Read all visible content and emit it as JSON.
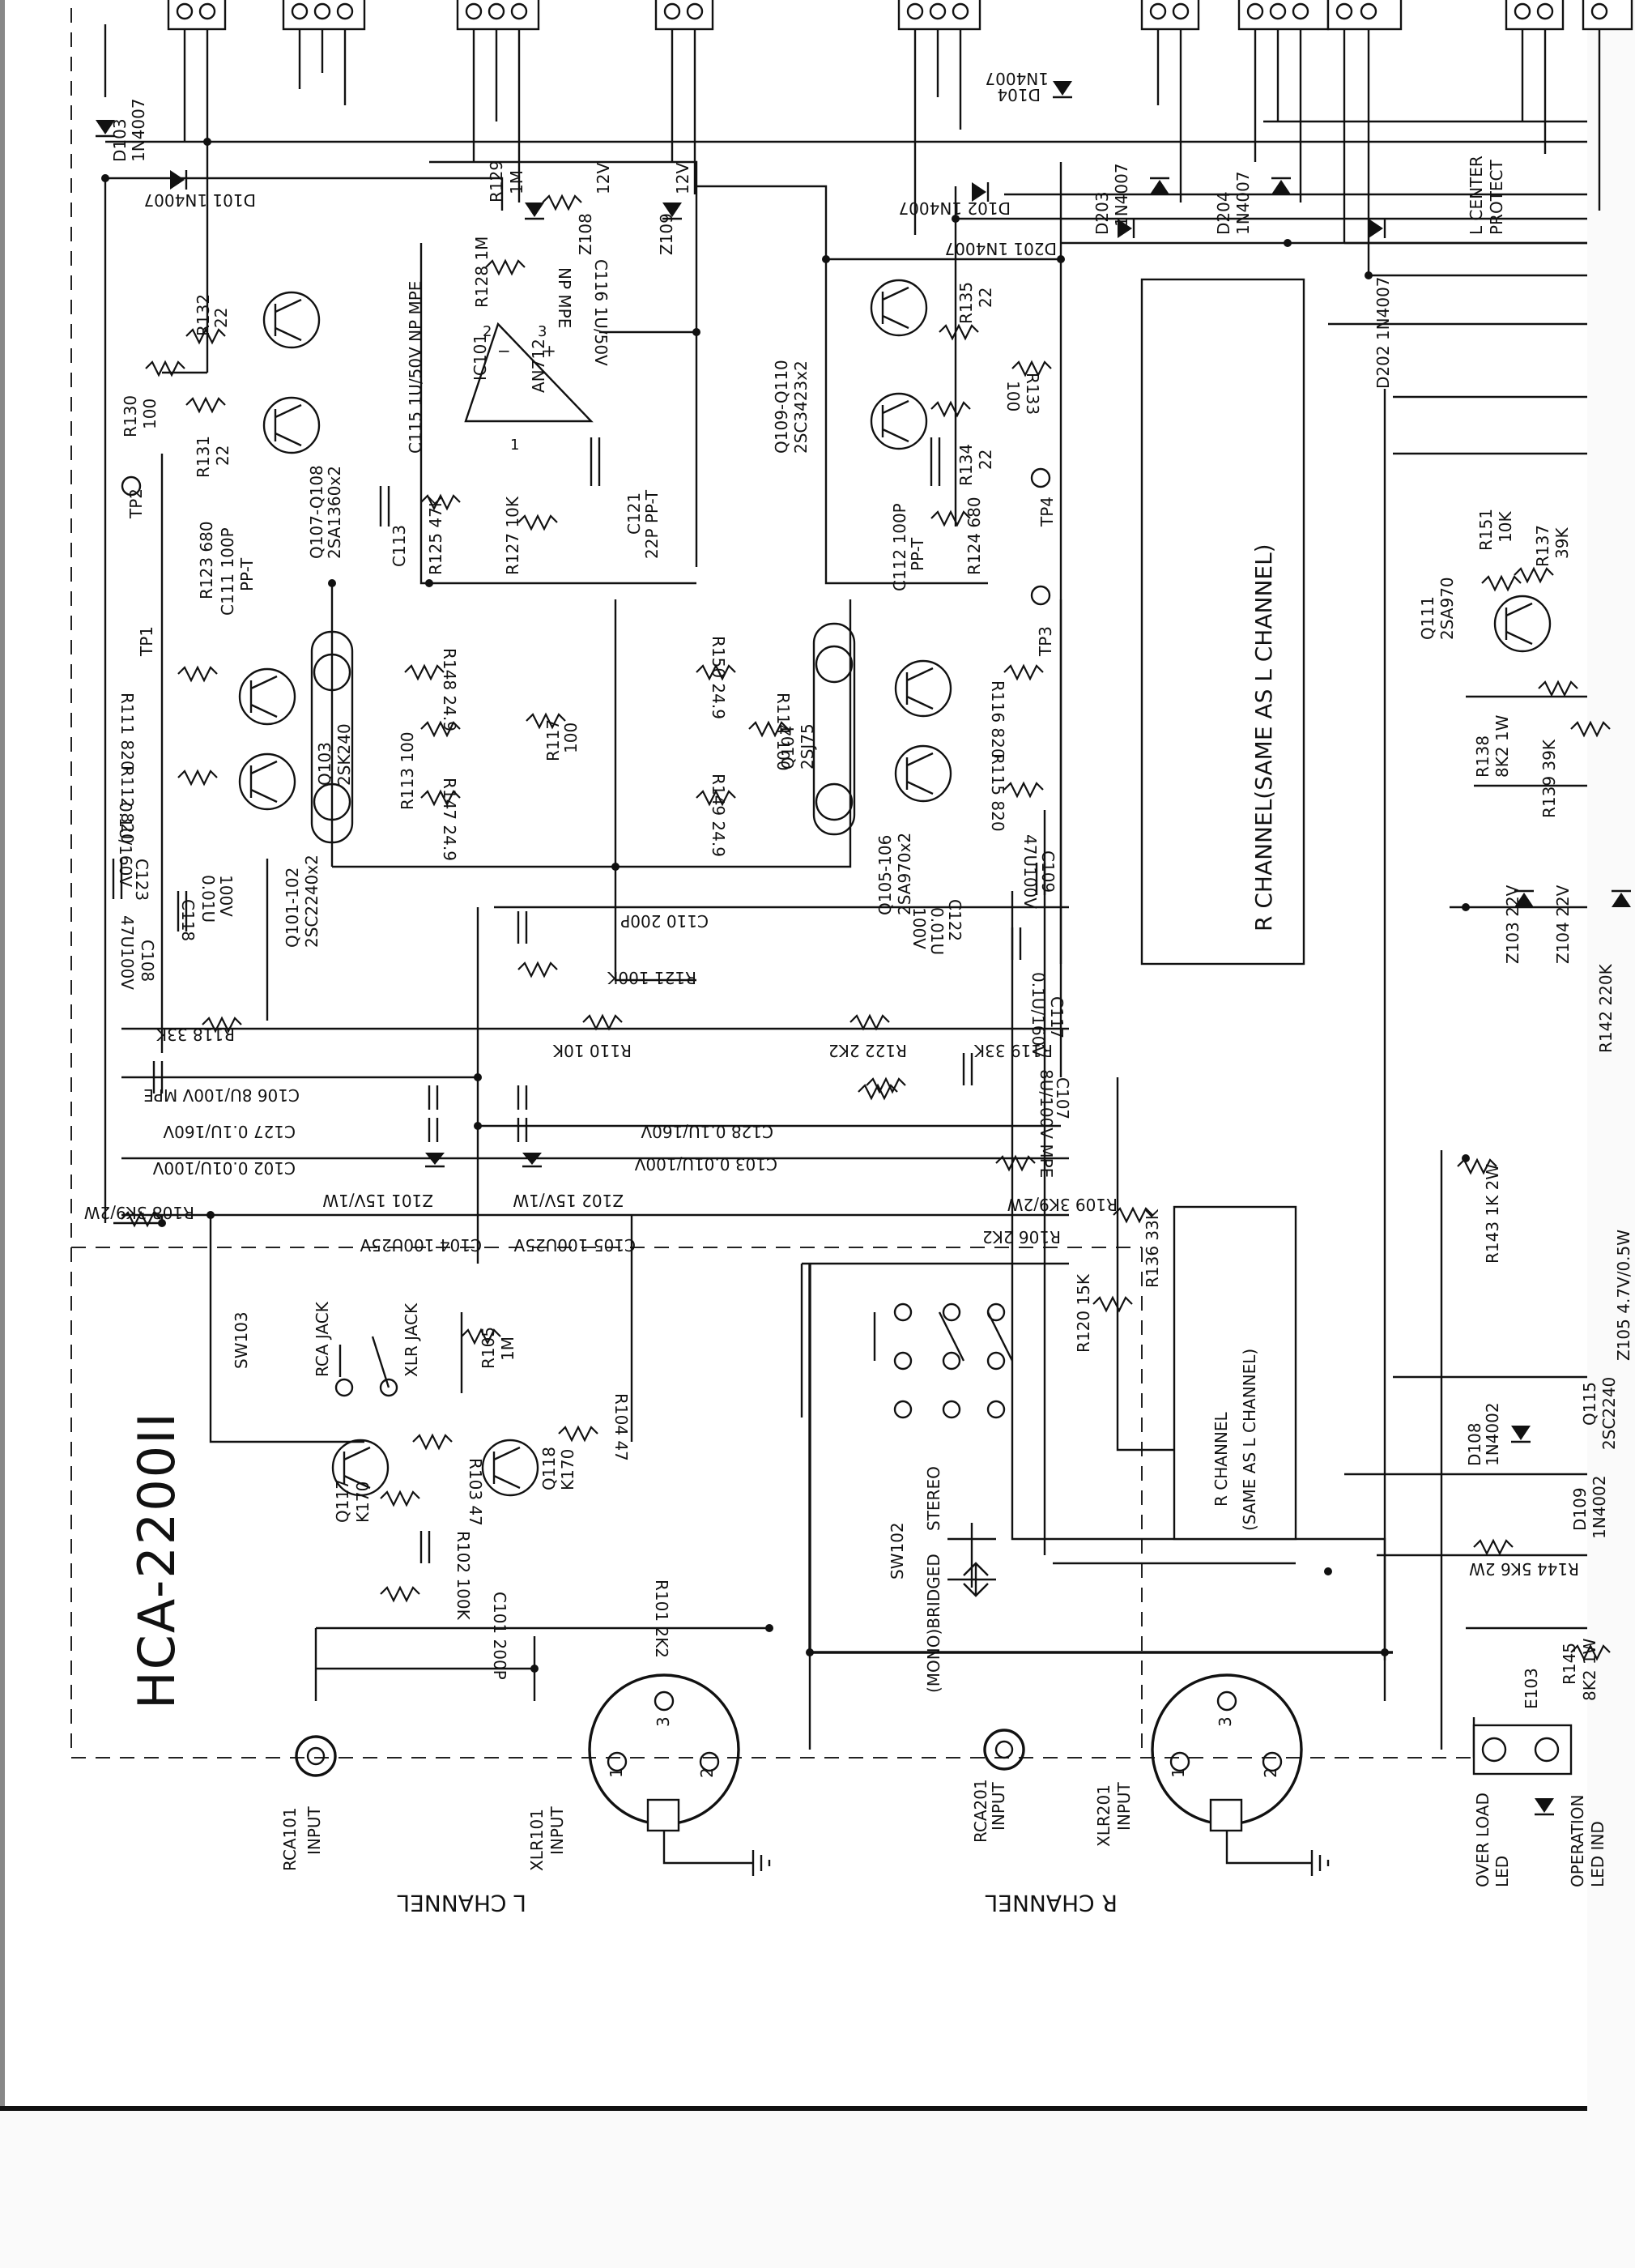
{
  "model": "HCA-2200II",
  "channels": {
    "left": "L CHANNEL",
    "right": "R CHANNEL"
  },
  "r_channel_block_1": "R CHANNEL(SAME AS L CHANNEL)",
  "r_channel_block_2_line1": "R CHANNEL",
  "r_channel_block_2_line2": "(SAME AS L CHANNEL)",
  "connectors": {
    "rca101": "RCA101",
    "rca101_sub": "INPUT",
    "xlr101": "XLR101",
    "xlr101_sub": "INPUT",
    "rca201": "RCA201",
    "rca201_sub": "INPUT",
    "xlr201": "XLR201",
    "xlr201_sub": "INPUT",
    "pin1": "1",
    "pin2": "2",
    "pin3": "3"
  },
  "switches": {
    "sw103": "SW103",
    "rca_jack": "RCA JACK",
    "xlr_jack": "XLR JACK",
    "sw102": "SW102",
    "mono_bridged": "(MONO)BRIDGED",
    "stereo": "STEREO"
  },
  "leds": {
    "over_load_1": "OVER LOAD",
    "over_load_2": "LED",
    "operation_1": "OPERATION",
    "operation_2": "LED IND",
    "e103": "E103",
    "l_center_1": "L CENTER",
    "l_center_2": "PROTECT"
  },
  "transistors": {
    "q107_108": "Q107-Q108",
    "q107_108_part": "2SA1360x2",
    "q101_102": "Q101-102",
    "q101_102_part": "2SC2240x2",
    "q103": "Q103",
    "q103_part": "2SK240",
    "q104": "Q104",
    "q104_part": "2SJ75",
    "q105_106": "Q105-106",
    "q105_106_part": "2SA970x2",
    "q109_110": "Q109-Q110",
    "q109_110_part": "2SC3423x2",
    "q111": "Q111",
    "q111_part": "2SA970",
    "q115": "Q115",
    "q115_part": "2SC2240",
    "q117": "Q117",
    "q117_part": "K170",
    "q118": "Q118",
    "q118_part": "K170",
    "ic101": "IC101",
    "ic_part": "AN712",
    "ic_p1": "1",
    "ic_p2": "2",
    "ic_p3": "3",
    "ic_minus": "−",
    "ic_plus": "+"
  },
  "resistors": {
    "r132": "R132",
    "r132v": "22",
    "r130": "R130",
    "r130v": "100",
    "r131": "R131",
    "r131v": "22",
    "r123": "R123 680",
    "r111": "R111 820",
    "r112": "R112 820",
    "r113": "R113 100",
    "r148": "R148 24.9",
    "r147": "R147 24.9",
    "r117": "R117",
    "r117v": "100",
    "r150": "R150 24.9",
    "r149": "R149 24.9",
    "r114": "R114 100",
    "r116": "R116 820",
    "r115": "R115 820",
    "r124": "R124 680",
    "r134": "R134",
    "r134v": "22",
    "r133": "R133",
    "r133v": "100",
    "r135": "R135",
    "r135v": "22",
    "r125": "R125 47K",
    "r127": "R127 10K",
    "r128": "R128 1M",
    "r129": "R129",
    "r129v": "1M",
    "r118": "R118 33K",
    "r121": "R121 100K",
    "r110": "R110 10K",
    "r119": "R119 33K",
    "r122": "R122 2K2",
    "r108": "R108 3K9/2W",
    "r109": "R109 3K9/2W",
    "r106": "R106 2K2",
    "r136": "R136 33K",
    "r120": "R120 15K",
    "r105": "R105",
    "r105v": "1M",
    "r104": "R104 47",
    "r103": "R103 47",
    "r102": "R102 100K",
    "r101": "R101 2K2",
    "r151": "R151",
    "r151v": "10K",
    "r137": "R137",
    "r137v": "39K",
    "r138": "R138",
    "r138v": "8K2 1W",
    "r139": "R139 39K",
    "r142": "R142 220K",
    "r143": "R143 1K 2W",
    "r144": "R144 5K6 2W",
    "r145": "R145",
    "r145v": "8K2 1W"
  },
  "capacitors": {
    "c111": "C111 100P",
    "c111b": "PP-T",
    "c113": "C113",
    "c115": "C115 1U/50V NP MPE",
    "c116": "C116 1U/50V",
    "np_mpe": "NP MPE",
    "c121": "C121",
    "c121b": "22P PP-T",
    "c112": "C112 100P",
    "c112b": "PP-T",
    "c123": "C123",
    "c123v": "0.1U/160V",
    "c118": "C118",
    "c118v": "0.01U",
    "c118w": "100V",
    "c108": "C108",
    "c108v": "47U100V",
    "c110": "C110 200P",
    "c109": "C109",
    "c109v": "47U100V",
    "c122": "C122",
    "c122v": "0.01U",
    "c122w": "100V",
    "c117": "C117",
    "c117v": "0.1U/160V",
    "c106": "C106 8U/100V MPE",
    "c107": "C107",
    "c107v": "8U/100V MPE",
    "c127": "C127 0.1U/160V",
    "c102": "C102 0.01U/100V",
    "c128": "C128 0.1U/160V",
    "c103": "C103 0.01U/100V",
    "c104": "C104 100U25V",
    "c105": "C105 100U25V",
    "c101": "C101 200P"
  },
  "diodes": {
    "d103": "D103",
    "d103v": "1N4007",
    "d101": "D101 1N4007",
    "d104": "D104",
    "d104v": "1N4007",
    "d102": "D102 1N4007",
    "d201": "D201 1N4007",
    "d203": "D203",
    "d203v": "1N4007",
    "d204": "D204",
    "d204v": "1N4007",
    "d202": "D202 1N4007",
    "d108": "D108",
    "d108v": "1N4002",
    "d109": "D109",
    "d109v": "1N4002",
    "z108": "Z108",
    "z108v": "12V",
    "z109": "Z109",
    "z109v": "12V",
    "z101": "Z101 15V/1W",
    "z102": "Z102 15V/1W",
    "z103": "Z103 22V",
    "z104": "Z104 22V",
    "z105": "Z105 4.7V/0.5W"
  },
  "testpoints": {
    "tp1": "TP1",
    "tp2": "TP2",
    "tp3": "TP3",
    "tp4": "TP4"
  }
}
